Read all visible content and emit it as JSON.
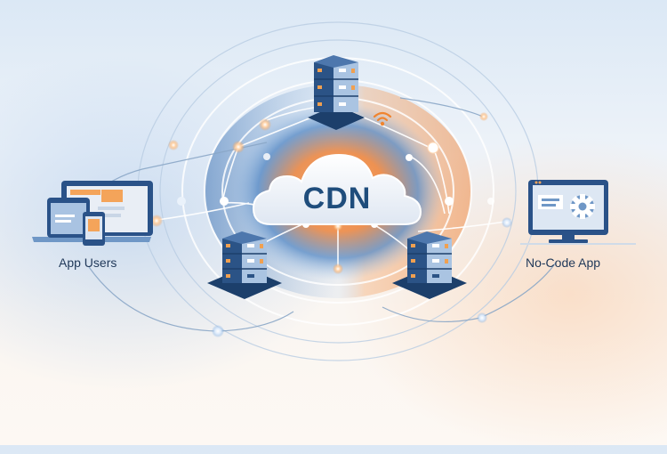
{
  "diagram": {
    "center": {
      "label": "CDN",
      "icon": "cloud-icon"
    },
    "left_node": {
      "label": "App Users",
      "icon": "devices-icon"
    },
    "right_node": {
      "label": "No-Code App",
      "icon": "monitor-gear-icon"
    },
    "servers": [
      {
        "name": "server-top",
        "icon": "server-stack-icon"
      },
      {
        "name": "server-bottom-left",
        "icon": "server-stack-icon"
      },
      {
        "name": "server-bottom-right",
        "icon": "server-stack-icon"
      }
    ],
    "signal_icon": "wifi-icon",
    "colors": {
      "primary_blue": "#1f4d7c",
      "accent_orange": "#f08a3a",
      "light_blue": "#6b97c9",
      "cloud_white": "#f4f7fb"
    }
  }
}
